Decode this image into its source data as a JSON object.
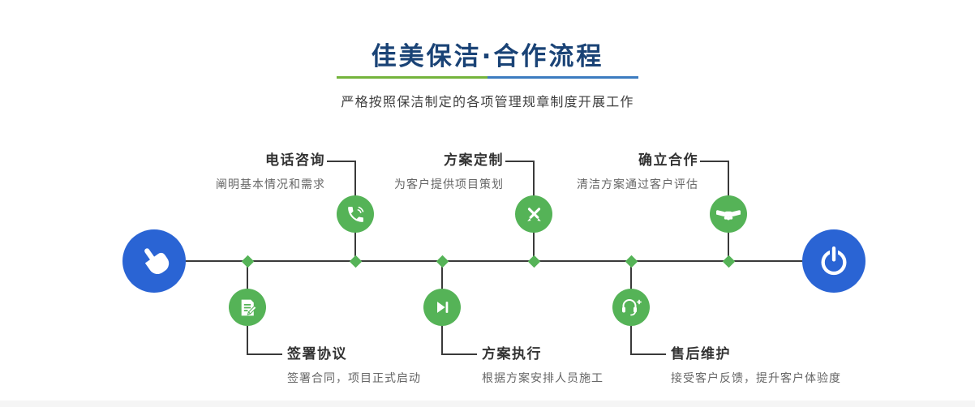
{
  "header": {
    "title": "佳美保洁·合作流程",
    "subtitle": "严格按照保洁制定的各项管理规章制度开展工作"
  },
  "colors": {
    "step_green": "#55b357",
    "endpoint_blue": "#2a64d4",
    "title_navy": "#1a4376",
    "divider_green": "#74b43c",
    "divider_blue": "#3c7bc0",
    "line_dark": "#3a3a3a"
  },
  "timeline": {
    "start_icon": "pointing-hand-icon",
    "end_icon": "power-icon"
  },
  "steps": [
    {
      "title": "电话咨询",
      "desc": "阐明基本情况和需求",
      "icon": "phone-icon",
      "position": "top"
    },
    {
      "title": "方案定制",
      "desc": "为客户提供项目策划",
      "icon": "design-tools-icon",
      "position": "top"
    },
    {
      "title": "确立合作",
      "desc": "清洁方案通过客户评估",
      "icon": "handshake-icon",
      "position": "top"
    },
    {
      "title": "签署协议",
      "desc": "签署合同，项目正式启动",
      "icon": "contract-icon",
      "position": "bottom"
    },
    {
      "title": "方案执行",
      "desc": "根据方案安排人员施工",
      "icon": "play-icon",
      "position": "bottom"
    },
    {
      "title": "售后维护",
      "desc": "接受客户反馈，提升客户体验度",
      "icon": "headset-icon",
      "position": "bottom"
    }
  ]
}
